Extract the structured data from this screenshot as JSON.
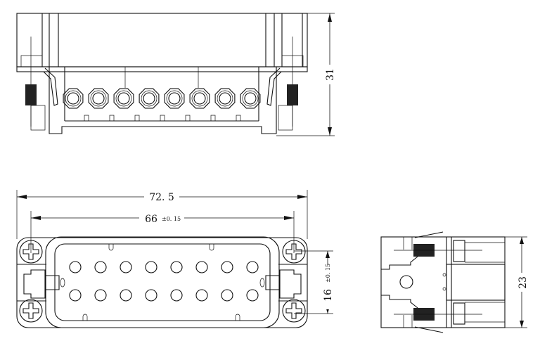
{
  "drawing": {
    "top_view": {
      "height_dim": "31",
      "pin_count": 8
    },
    "front_view": {
      "overall_width_dim": "72. 5",
      "screw_pitch_dim": "66",
      "screw_pitch_tol": "±0. 15",
      "vertical_pitch_dim": "16",
      "vertical_pitch_tol": "±0. 15",
      "pin_rows": 2,
      "pins_per_row": 8
    },
    "side_view": {
      "height_dim": "23"
    },
    "colors": {
      "line": "#111111",
      "background": "#ffffff"
    }
  }
}
